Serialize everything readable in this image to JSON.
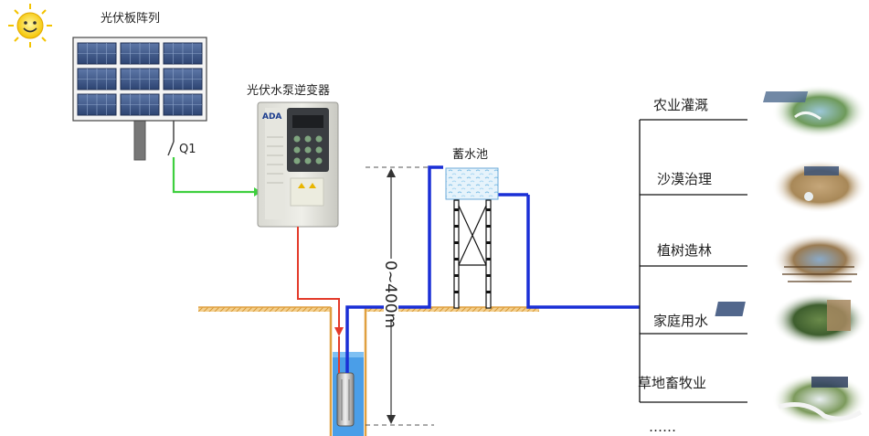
{
  "labels": {
    "solar_array": "光伏板阵列",
    "inverter": "光伏水泵逆变器",
    "switch": "Q1",
    "reservoir": "蓄水池",
    "depth": "0~400m",
    "inverter_brand": "ADA"
  },
  "applications": [
    {
      "label": "农业灌溉"
    },
    {
      "label": "沙漠治理"
    },
    {
      "label": "植树造林"
    },
    {
      "label": "家庭用水"
    },
    {
      "label": "草地畜牧业"
    }
  ],
  "more": "……",
  "colors": {
    "dc_line": "#3ecf3e",
    "ac_line": "#e33a2a",
    "water_pipe": "#1a2fd6",
    "ground": "#e0a040",
    "well_water": "#4a9ee8"
  }
}
